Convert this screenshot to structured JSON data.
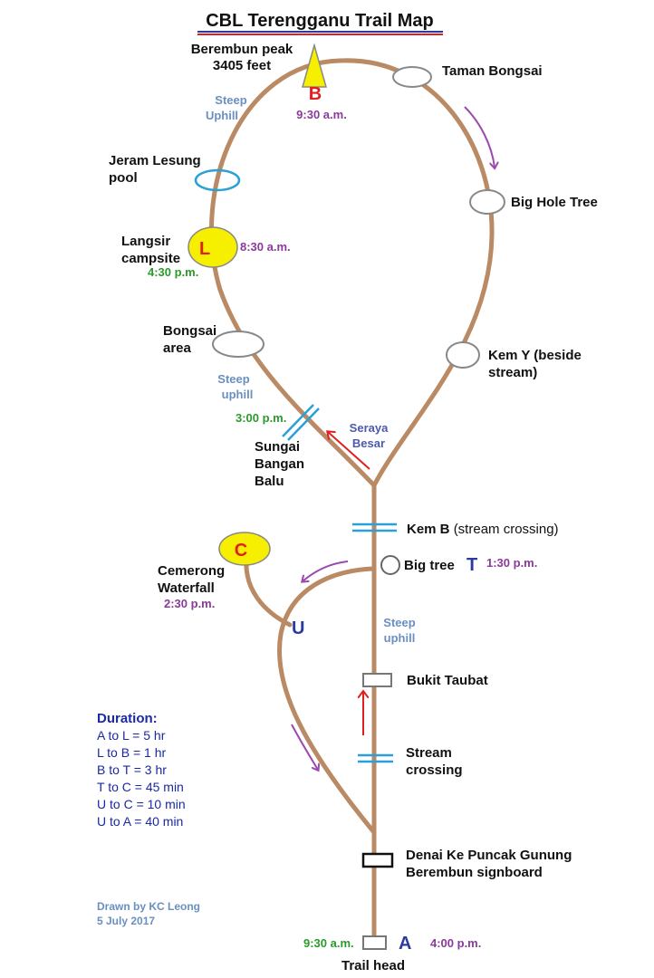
{
  "title": "CBL Terengganu Trail Map",
  "colors": {
    "trail": "#b98a64",
    "stream": "#2aa0d8",
    "waypoint_stroke": "#888888",
    "highlight_fill": "#f7ef00",
    "arrow_purple": "#9a4aae",
    "arrow_red": "#e02020"
  },
  "peak": {
    "name_line1": "Berembun peak",
    "name_line2": "3405 feet",
    "letter": "B",
    "time": "9:30 a.m."
  },
  "places": {
    "taman_bongsai": "Taman Bongsai",
    "big_hole_tree": "Big Hole Tree",
    "kem_y_line1": "Kem Y (beside",
    "kem_y_line2": "stream)",
    "jeram_line1": "Jeram Lesung",
    "jeram_line2": "pool",
    "langsir_line1": "Langsir",
    "langsir_line2": "campsite",
    "langsir_letter": "L",
    "langsir_time_in": "8:30 a.m.",
    "langsir_time_out": "4:30 p.m.",
    "bongsai_line1": "Bongsai",
    "bongsai_line2": "area",
    "sungai_line1": "Sungai",
    "sungai_line2": "Bangan",
    "sungai_line3": "Balu",
    "sungai_time": "3:00 p.m.",
    "seraya_line1": "Seraya",
    "seraya_line2": "Besar",
    "kem_b_bold": "Kem B",
    "kem_b_rest": "(stream crossing)",
    "big_tree": "Big tree",
    "big_tree_letter": "T",
    "big_tree_time": "1:30 p.m.",
    "cemerong_line1": "Cemerong",
    "cemerong_line2": "Waterfall",
    "cemerong_letter": "C",
    "cemerong_time": "2:30 p.m.",
    "junction_letter": "U",
    "bukit_taubat": "Bukit Taubat",
    "stream_line1": "Stream",
    "stream_line2": "crossing",
    "signboard_line1": "Denai Ke Puncak Gunung",
    "signboard_line2": "Berembun signboard",
    "trailhead": "Trail head",
    "trailhead_letter": "A",
    "trailhead_time_in": "9:30 a.m.",
    "trailhead_time_out": "4:00 p.m."
  },
  "steep": {
    "top_line1": "Steep",
    "top_line2": "Uphill",
    "mid_line1": "Steep",
    "mid_line2": "uphill",
    "low_line1": "Steep",
    "low_line2": "uphill"
  },
  "duration": {
    "heading": "Duration:",
    "items": [
      "A to L = 5 hr",
      "L to B = 1 hr",
      "B to T = 3 hr",
      "T to C = 45 min",
      "U to C = 10 min",
      "U to A = 40 min"
    ]
  },
  "credit": {
    "line1": "Drawn by KC Leong",
    "line2": "5 July 2017"
  }
}
